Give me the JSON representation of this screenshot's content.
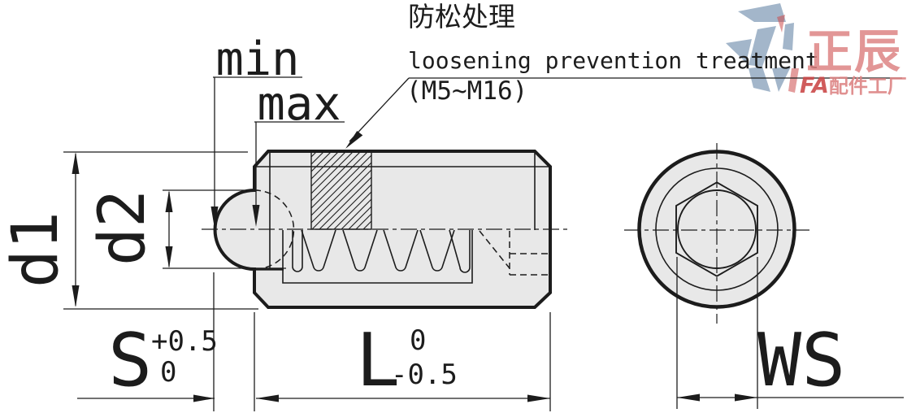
{
  "note": {
    "zh": "防松处理",
    "en": "loosening prevention treatment",
    "range": "(M5~M16)"
  },
  "dims": {
    "min": "min",
    "max": "max",
    "d1": "d1",
    "d2": "d2",
    "s": "S",
    "s_tol_up": "+0.5",
    "s_tol_low": "0",
    "l": "L",
    "l_tol_up": "0",
    "l_tol_low": "-0.5",
    "ws": "WS"
  },
  "logo": {
    "name": "正辰",
    "fa": "FA",
    "factory": "配件工厂"
  },
  "colors": {
    "line": "#1c1c1c",
    "body_fill": "#e8e8e8",
    "logo_blue": "#9bb0c5",
    "logo_red": "#cc4a4a",
    "logo_text_red": "#dd8484"
  }
}
